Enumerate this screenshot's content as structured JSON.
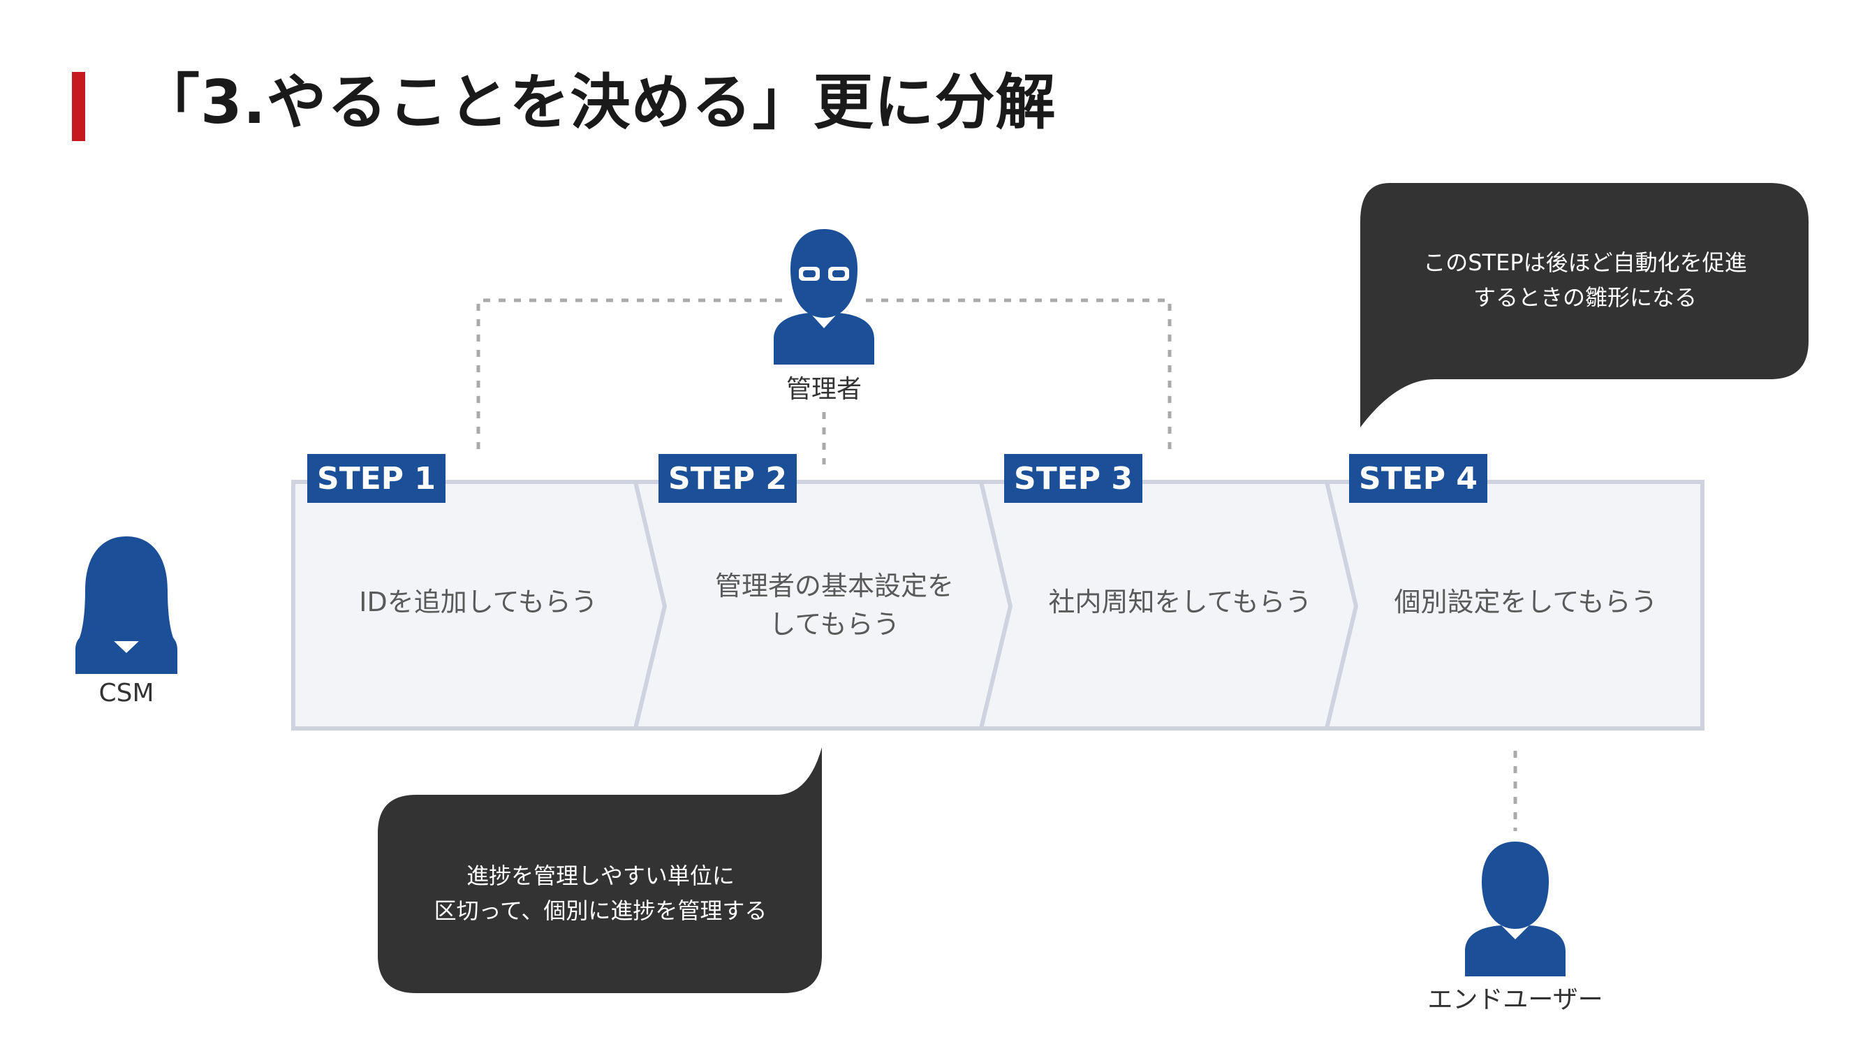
{
  "title": "「3.やることを決める」更に分解",
  "colors": {
    "accent_red": "#c41a1f",
    "step_blue": "#1b4f98",
    "person_blue": "#1b4f98",
    "chevron_fill": "#f3f4f8",
    "chevron_border": "#cfd3e0",
    "bubble": "#333333",
    "dotted_line": "#aaaaaa"
  },
  "steps": [
    {
      "badge": "STEP 1",
      "text": "IDを追加してもらう"
    },
    {
      "badge": "STEP 2",
      "text": "管理者の基本設定を\nしてもらう"
    },
    {
      "badge": "STEP 3",
      "text": "社内周知をしてもらう"
    },
    {
      "badge": "STEP 4",
      "text": "個別設定をしてもらう"
    }
  ],
  "people": {
    "admin": {
      "label": "管理者",
      "icon": "admin-person-glasses-icon"
    },
    "csm": {
      "label": "CSM",
      "icon": "female-person-icon"
    },
    "end_user": {
      "label": "エンドユーザー",
      "icon": "person-icon"
    }
  },
  "bubbles": {
    "top_right": "このSTEPは後ほど自動化を促進\nするときの雛形になる",
    "bottom_left": "進捗を管理しやすい単位に\n区切って、個別に進捗を管理する"
  }
}
